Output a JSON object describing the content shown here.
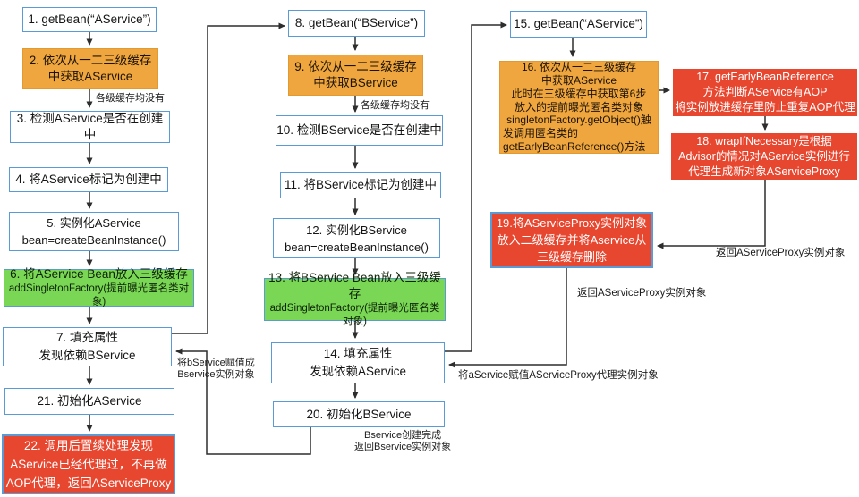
{
  "diagram": {
    "subject": "Spring three-level cache circular dependency AOP flowchart",
    "colors": {
      "box_border_blue": "#5B9BD5",
      "cache_step_orange": "#F0A63E",
      "expose_step_green": "#79D755",
      "proxy_step_red": "#E7462F",
      "line_dark": "#2D2D2D",
      "background": "#FFFFFF"
    },
    "nodes": [
      {
        "id": "step-1",
        "style": "white",
        "lines": [
          "1. getBean(“AService”)"
        ]
      },
      {
        "id": "step-2",
        "style": "orange",
        "lines": [
          "2. 依次从一二三级缓存",
          "中获取AService"
        ]
      },
      {
        "id": "step-3",
        "style": "white",
        "lines": [
          "3. 检测AService是否在创建中"
        ]
      },
      {
        "id": "step-4",
        "style": "white",
        "lines": [
          "4. 将AService标记为创建中"
        ]
      },
      {
        "id": "step-5",
        "style": "white",
        "lines": [
          "5. 实例化AService",
          "bean=createBeanInstance()"
        ]
      },
      {
        "id": "step-6",
        "style": "green",
        "lines": [
          "6. 将AService Bean放入三级缓存",
          "addSingletonFactory(提前曝光匿名类对象)"
        ]
      },
      {
        "id": "step-7",
        "style": "white",
        "lines": [
          "7. 填充属性",
          "发现依赖BService"
        ]
      },
      {
        "id": "step-21",
        "style": "white",
        "lines": [
          "21. 初始化AService"
        ]
      },
      {
        "id": "step-22",
        "style": "red",
        "lines": [
          "22. 调用后置续处理发现",
          "AService已经代理过，不再做",
          "AOP代理，返回AServiceProxy"
        ]
      },
      {
        "id": "step-8",
        "style": "white",
        "lines": [
          "8. getBean(“BService”)"
        ]
      },
      {
        "id": "step-9",
        "style": "orange",
        "lines": [
          "9. 依次从一二三级缓存",
          "中获取BService"
        ]
      },
      {
        "id": "step-10",
        "style": "white",
        "lines": [
          "10. 检测BService是否在创建中"
        ]
      },
      {
        "id": "step-11",
        "style": "white",
        "lines": [
          "11. 将BService标记为创建中"
        ]
      },
      {
        "id": "step-12",
        "style": "white",
        "lines": [
          "12. 实例化BService",
          "bean=createBeanInstance()"
        ]
      },
      {
        "id": "step-13",
        "style": "green",
        "lines": [
          "13. 将BService Bean放入三级缓存",
          "addSingletonFactory(提前曝光匿名类对象)"
        ]
      },
      {
        "id": "step-14",
        "style": "white",
        "lines": [
          "14. 填充属性",
          "发现依赖AService"
        ]
      },
      {
        "id": "step-20",
        "style": "white",
        "lines": [
          "20. 初始化BService"
        ]
      },
      {
        "id": "step-15",
        "style": "white",
        "lines": [
          "15. getBean(“AService”)"
        ]
      },
      {
        "id": "step-16",
        "style": "orange",
        "lines": [
          "16. 依次从一二三级缓存",
          "中获取AService",
          "此时在三级缓存中获取第6步",
          "放入的提前曝光匿名类对象",
          "singletonFactory.getObject()触",
          "发调用匿名类的",
          "getEarlyBeanReference()方法"
        ]
      },
      {
        "id": "step-19",
        "style": "red-blue",
        "lines": [
          "19.将AServiceProxy实例对象",
          "放入二级缓存并将Aservice从",
          "三级缓存删除"
        ]
      },
      {
        "id": "step-17",
        "style": "red",
        "lines": [
          "17. getEarlyBeanReference",
          "方法判断AService有AOP",
          "将实例放进缓存里防止重复AOP代理"
        ]
      },
      {
        "id": "step-18",
        "style": "red",
        "lines": [
          "18. wrapIfNecessary是根据",
          "Advisor的情况对AService实例进行",
          "代理生成新对象AServiceProxy"
        ]
      }
    ],
    "edge_labels": [
      {
        "id": "no-cache-a",
        "lines": [
          "各级缓存均没有"
        ]
      },
      {
        "id": "no-cache-b",
        "lines": [
          "各级缓存均没有"
        ]
      },
      {
        "id": "assign-bservice",
        "lines": [
          "将bService赋值成",
          "Bservice实例对象"
        ]
      },
      {
        "id": "bservice-done",
        "lines": [
          "Bservice创建完成",
          "返回Bservice实例对象"
        ]
      },
      {
        "id": "assign-aservice",
        "lines": [
          "将aService赋值AServiceProxy代理实例对象"
        ]
      },
      {
        "id": "return-proxy-mid",
        "lines": [
          "返回AServiceProxy实例对象"
        ]
      },
      {
        "id": "return-proxy-right",
        "lines": [
          "返回AServiceProxy实例对象"
        ]
      }
    ]
  }
}
